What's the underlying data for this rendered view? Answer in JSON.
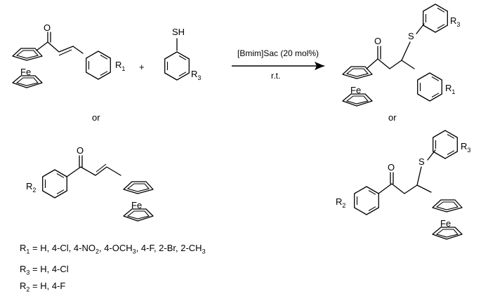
{
  "atoms": {
    "O": "O",
    "S": "S",
    "SH": "SH",
    "Fe": "Fe",
    "R": "R",
    "sub1": "1",
    "sub2": "2",
    "sub3": "3"
  },
  "reaction": {
    "catalyst": "[Bmim]Sac (20 mol%)",
    "condition": "r.t.",
    "plus": "+"
  },
  "connectors": {
    "or_left": "or",
    "or_right": "or"
  },
  "legend": {
    "r1_label": "R",
    "r1_sub": "1",
    "r1_values_a": " = H, 4-Cl, 4-NO",
    "r1_no2_sub": "2",
    "r1_values_b": ", 4-OCH",
    "r1_och3_sub": "3",
    "r1_values_c": ", 4-F, 2-Br, 2-CH",
    "r1_ch3_sub": "3",
    "r3_label": "R",
    "r3_sub": "3",
    "r3_values": " = H, 4-Cl",
    "r2_label": "R",
    "r2_sub": "2",
    "r2_values": " = H, 4-F"
  }
}
